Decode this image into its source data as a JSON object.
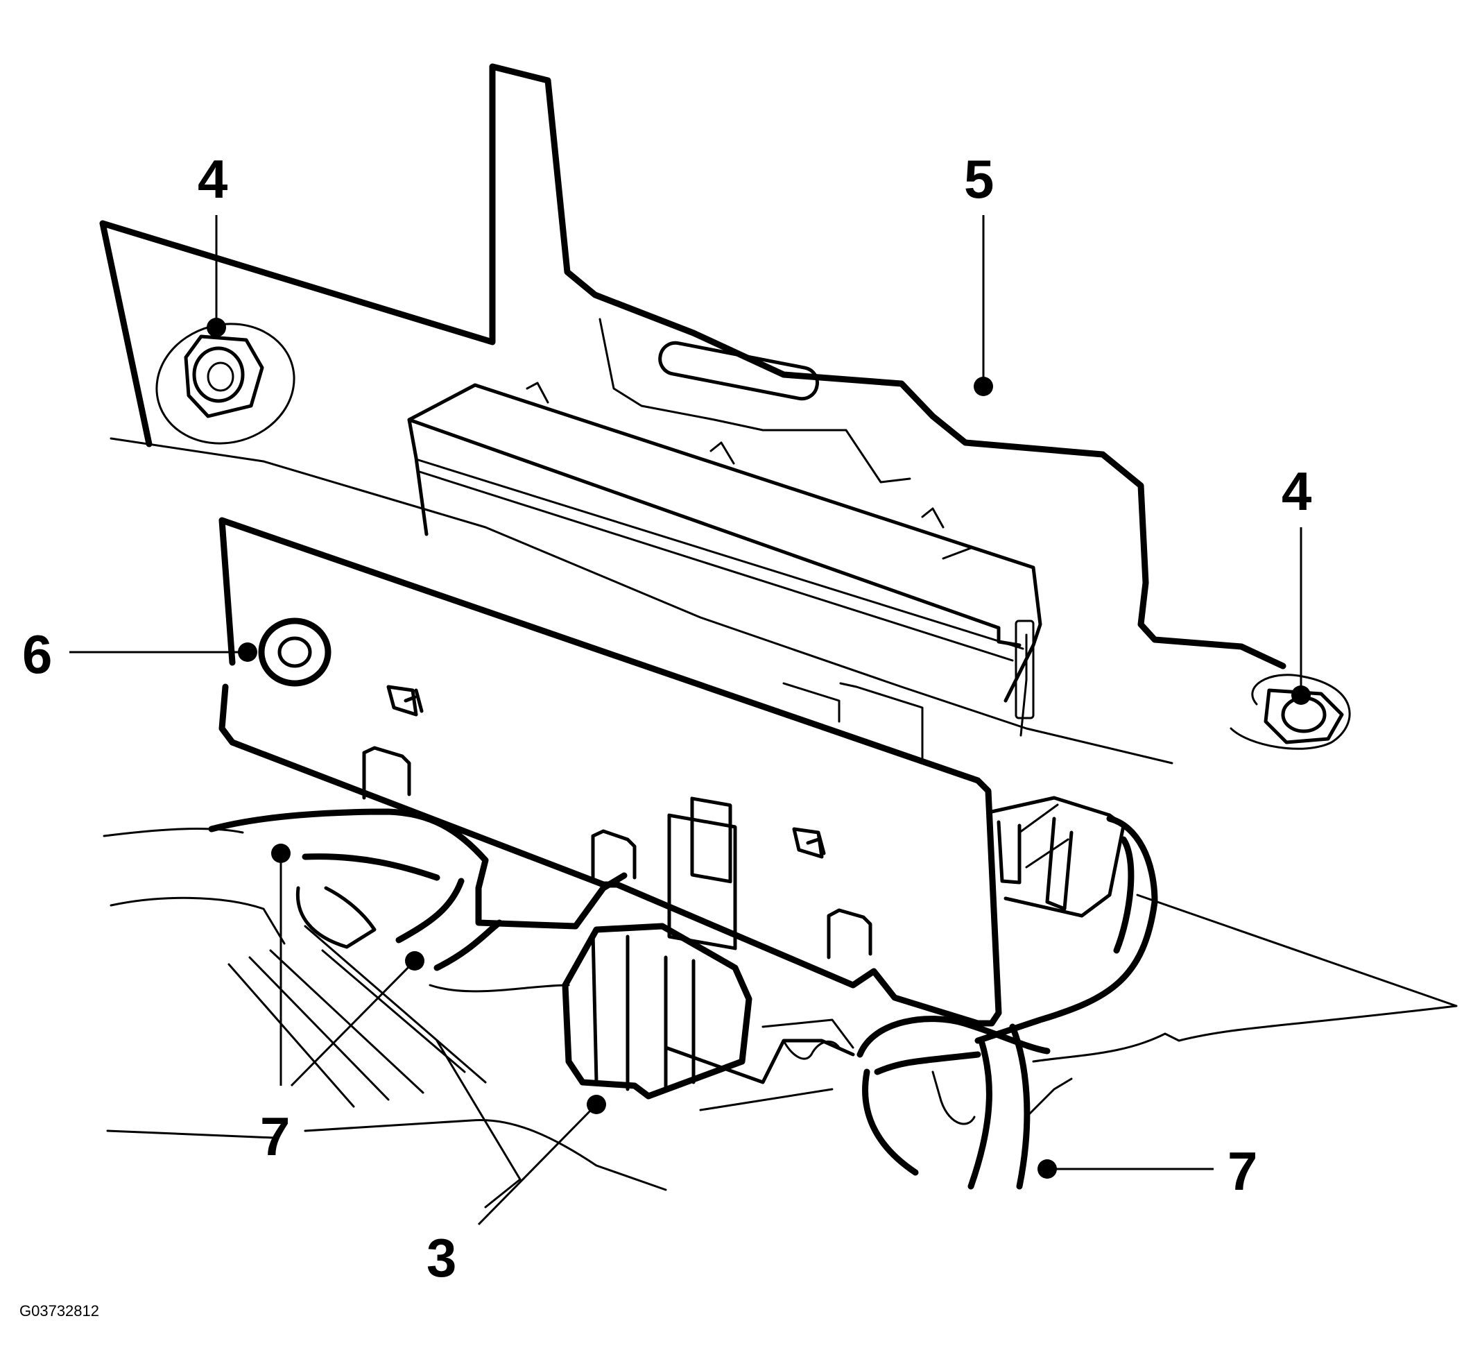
{
  "figure": {
    "figure_id": "G03732812",
    "callouts": [
      {
        "id": "c4a",
        "label": "4"
      },
      {
        "id": "c5",
        "label": "5"
      },
      {
        "id": "c4b",
        "label": "4"
      },
      {
        "id": "c6",
        "label": "6"
      },
      {
        "id": "c7a",
        "label": "7"
      },
      {
        "id": "c3",
        "label": "3"
      },
      {
        "id": "c7b",
        "label": "7"
      }
    ]
  }
}
